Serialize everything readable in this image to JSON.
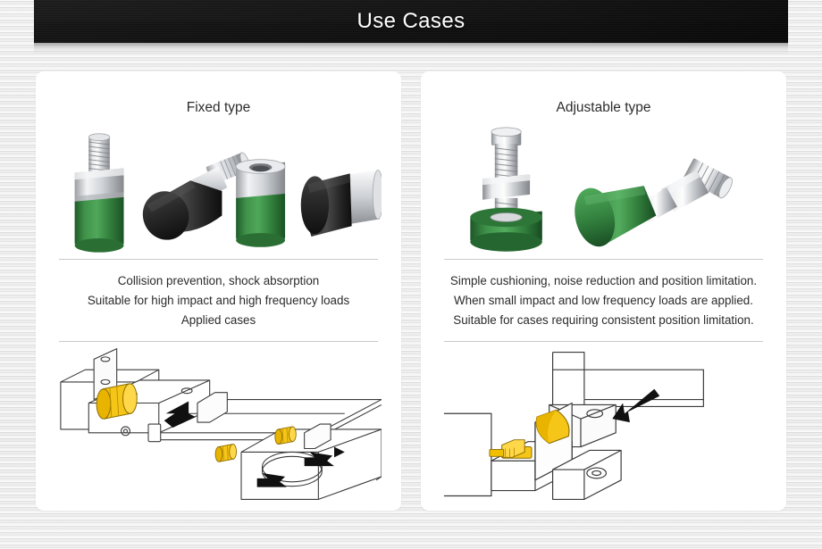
{
  "header": {
    "title": "Use Cases",
    "bar_color": "#3f3f3f",
    "title_color": "#ffffff"
  },
  "panels": [
    {
      "id": "fixed",
      "title": "Fixed type",
      "photo_alt": "fixed-type-shock-absorber-photo",
      "description": [
        "Collision prevention, shock absorption",
        "Suitable for high impact and high frequency loads",
        "Applied cases"
      ],
      "diagram_alt": "fixed-type-application-line-drawing",
      "product_colors": {
        "body_green": "#3c8a46",
        "cap_black": "#2b2b2b",
        "metal": "#d9dadc"
      },
      "diagram_colors": {
        "highlight": "#f5c518",
        "line": "#3a3a3a",
        "arrow": "#141414"
      }
    },
    {
      "id": "adjustable",
      "title": "Adjustable type",
      "photo_alt": "adjustable-type-shock-absorber-photo",
      "description": [
        "Simple cushioning, noise reduction and position limitation.",
        "When small impact and low frequency loads are applied.",
        "Suitable for cases requiring consistent position limitation."
      ],
      "diagram_alt": "adjustable-type-application-line-drawing",
      "product_colors": {
        "body_green": "#3c8a46",
        "metal": "#d9dadc"
      },
      "diagram_colors": {
        "highlight": "#f5c518",
        "line": "#3a3a3a",
        "arrow": "#141414"
      }
    }
  ],
  "background": {
    "style": "brushed-metal",
    "base_color": "#e8e8e8"
  }
}
